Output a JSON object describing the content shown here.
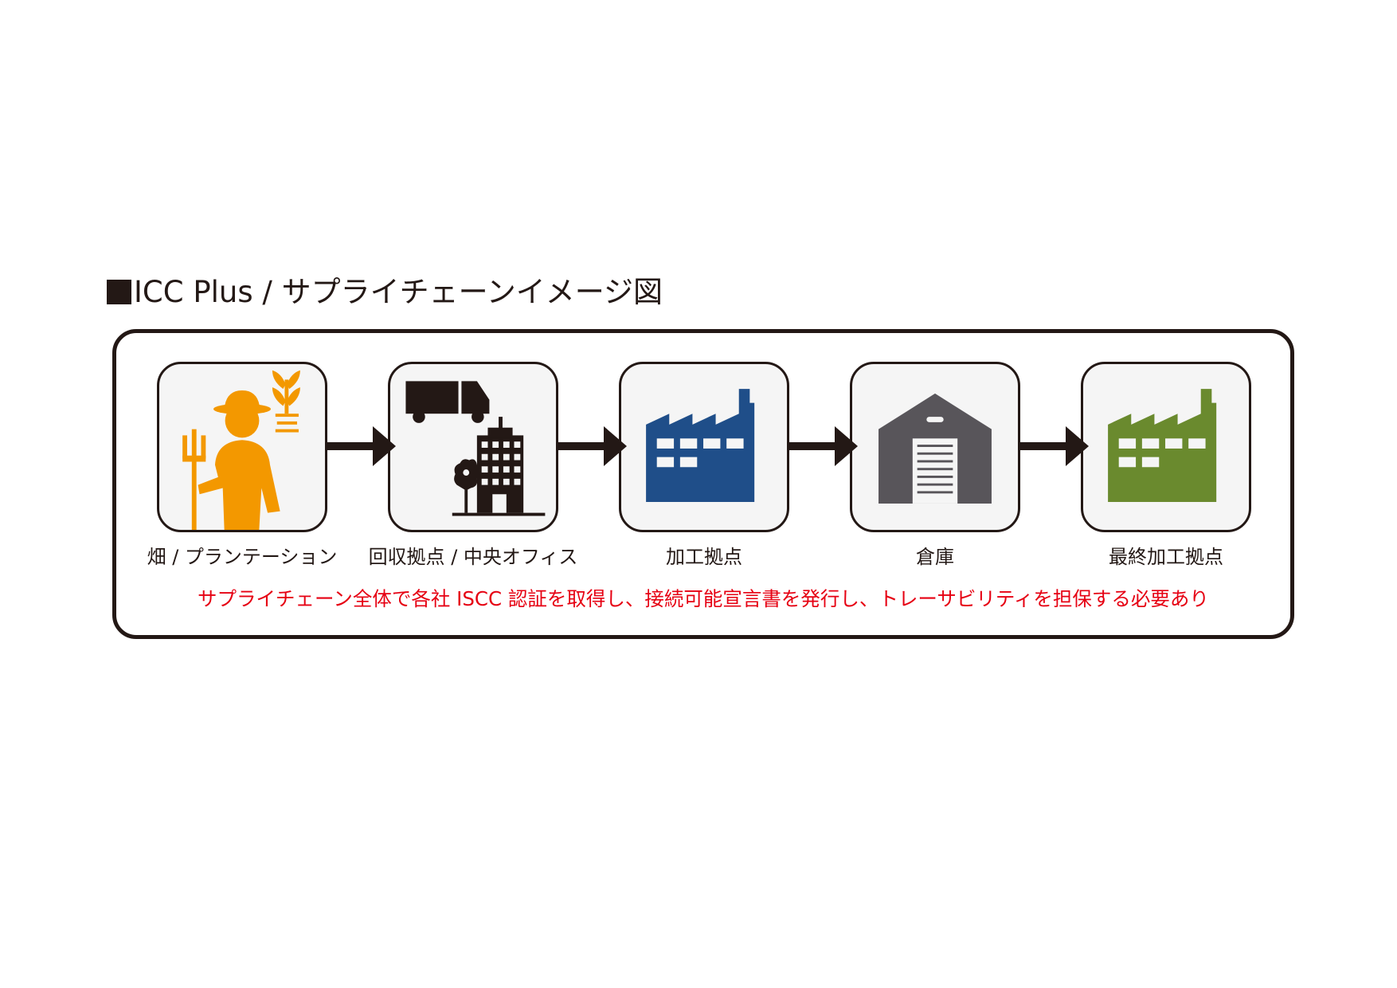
{
  "title": "ICC Plus / サプライチェーンイメージ図",
  "stages": [
    {
      "label": "畑 / プランテーション",
      "icon": "farmer-icon",
      "color": "#F39800"
    },
    {
      "label": "回収拠点 / 中央オフィス",
      "icon": "truck-and-office-building-icon",
      "color": "#231815"
    },
    {
      "label": "加工拠点",
      "icon": "factory-icon",
      "color": "#1F4E89"
    },
    {
      "label": "倉庫",
      "icon": "warehouse-icon",
      "color": "#58555A"
    },
    {
      "label": "最終加工拠点",
      "icon": "factory-icon",
      "color": "#6A8A2E"
    }
  ],
  "note": {
    "text": "サプライチェーン全体で各社 ISCC 認証を取得し、接続可能宣言書を発行し、トレーサビリティを担保する必要あり",
    "color": "#E60012"
  },
  "colors": {
    "frame": "#231815",
    "arrow": "#231815",
    "node_fill": "#F5F5F5"
  }
}
